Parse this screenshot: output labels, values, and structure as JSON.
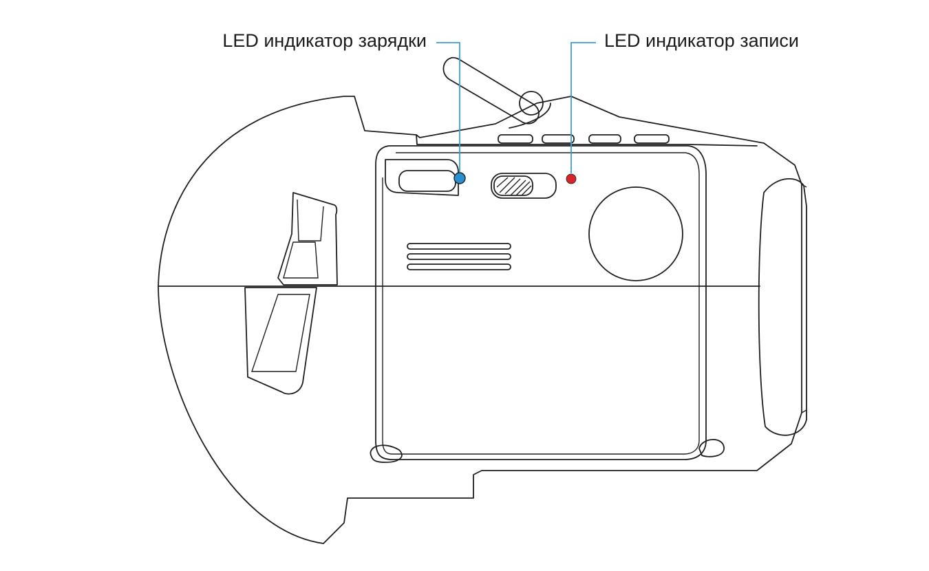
{
  "callouts": {
    "charge_led": {
      "label": "LED индикатор зарядки",
      "color": "#2a8fd0"
    },
    "record_led": {
      "label": "LED индикатор записи",
      "color": "#d6262b"
    }
  },
  "leader_line_color": "#3a9fd8",
  "icons": [
    "device-outline",
    "led-indicator-dot",
    "slider-switch",
    "lens-circle",
    "vent-slots"
  ]
}
